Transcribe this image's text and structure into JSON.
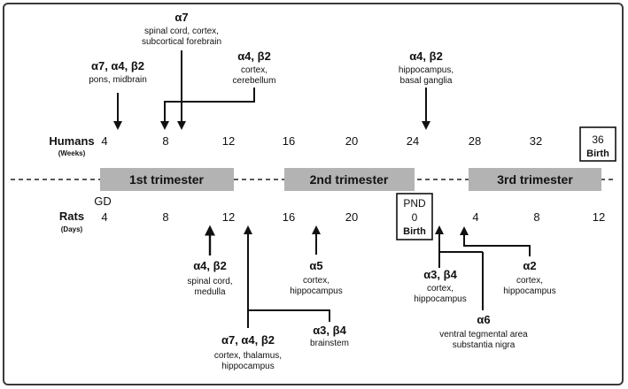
{
  "humans": {
    "label": "Humans",
    "unit": "(Weeks)",
    "ticks": [
      "4",
      "8",
      "12",
      "16",
      "20",
      "24",
      "28",
      "32"
    ],
    "birth_week": "36",
    "birth_label": "Birth"
  },
  "rats": {
    "label": "Rats",
    "unit": "(Days)",
    "gd_label": "GD",
    "gd_ticks": [
      "4",
      "8",
      "12",
      "16",
      "20"
    ],
    "pnd_label": "PND",
    "pnd_zero": "0",
    "birth_label": "Birth",
    "pnd_ticks": [
      "4",
      "8",
      "12"
    ]
  },
  "trimesters": [
    "1st trimester",
    "2nd trimester",
    "3rd trimester"
  ],
  "human_annotations": [
    {
      "head": "α7, α4, β2",
      "lines": [
        "pons, midbrain"
      ]
    },
    {
      "head": "α7",
      "lines": [
        "spinal cord, cortex,",
        "subcortical forebrain"
      ]
    },
    {
      "head": "α4, β2",
      "lines": [
        "cortex,",
        "cerebellum"
      ]
    },
    {
      "head": "α4, β2",
      "lines": [
        "hippocampus,",
        "basal ganglia"
      ]
    }
  ],
  "rat_annotations": [
    {
      "head": "α4, β2",
      "lines": [
        "spinal cord,",
        "medulla"
      ]
    },
    {
      "head": "α5",
      "lines": [
        "cortex,",
        "hippocampus"
      ]
    },
    {
      "head": "α3, β4",
      "lines": [
        "brainstem"
      ]
    },
    {
      "head": "α7, α4, β2",
      "lines": [
        "cortex, thalamus,",
        "hippocampus"
      ]
    },
    {
      "head": "α3, β4",
      "lines": [
        "cortex,",
        "hippocampus"
      ]
    },
    {
      "head": "α2",
      "lines": [
        "cortex,",
        "hippocampus"
      ]
    },
    {
      "head": "α6",
      "lines": [
        "ventral tegmental area",
        "substantia nigra"
      ]
    }
  ]
}
